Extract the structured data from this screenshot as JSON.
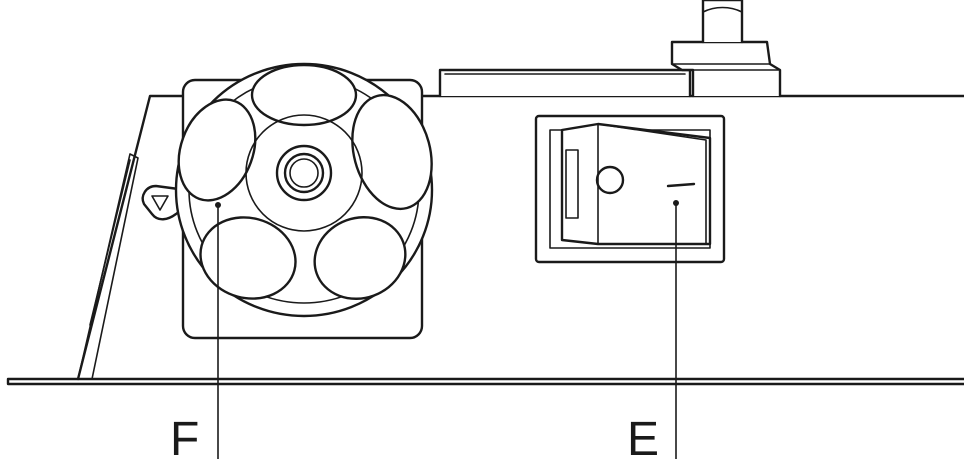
{
  "callouts": [
    {
      "id": "F",
      "label": "F"
    },
    {
      "id": "E",
      "label": "E"
    }
  ]
}
